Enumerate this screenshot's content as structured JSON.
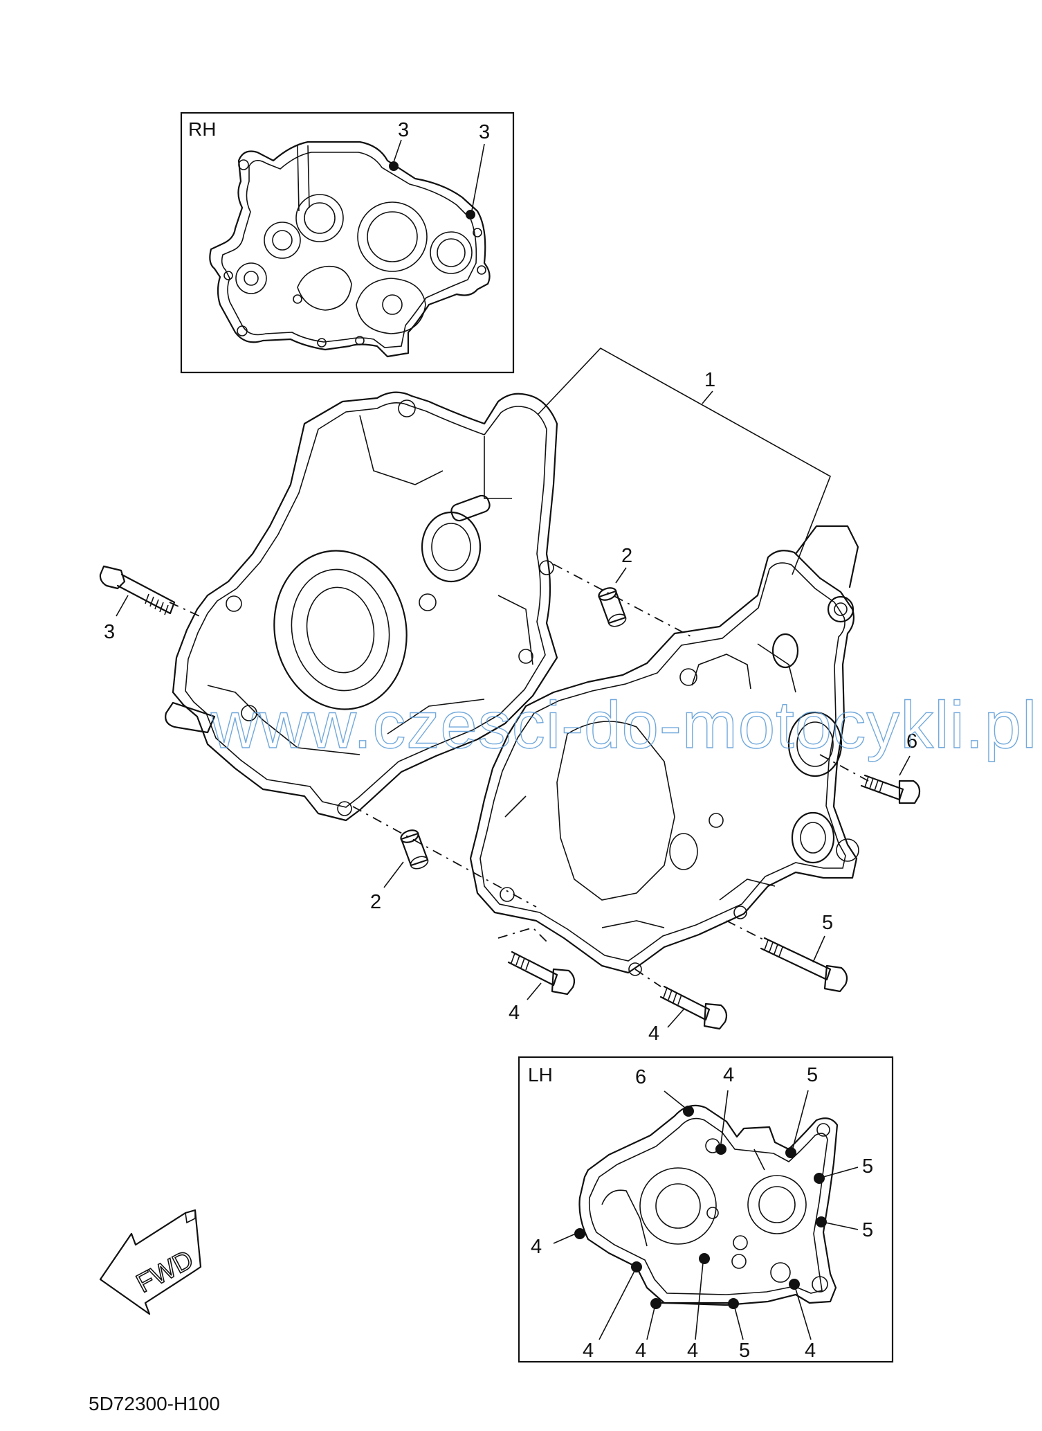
{
  "diagram": {
    "code": "5D72300-H100",
    "watermark": "www.czesci-do-motocykli.pl",
    "fwd_label": "FWD",
    "rh_box": {
      "label": "RH",
      "callouts": [
        "3",
        "3"
      ]
    },
    "lh_box": {
      "label": "LH",
      "callouts": [
        "6",
        "4",
        "5",
        "5",
        "5",
        "4",
        "4",
        "4",
        "4",
        "5",
        "4"
      ]
    },
    "main_callouts": [
      "1",
      "2",
      "2",
      "3",
      "4",
      "4",
      "5",
      "6"
    ]
  }
}
